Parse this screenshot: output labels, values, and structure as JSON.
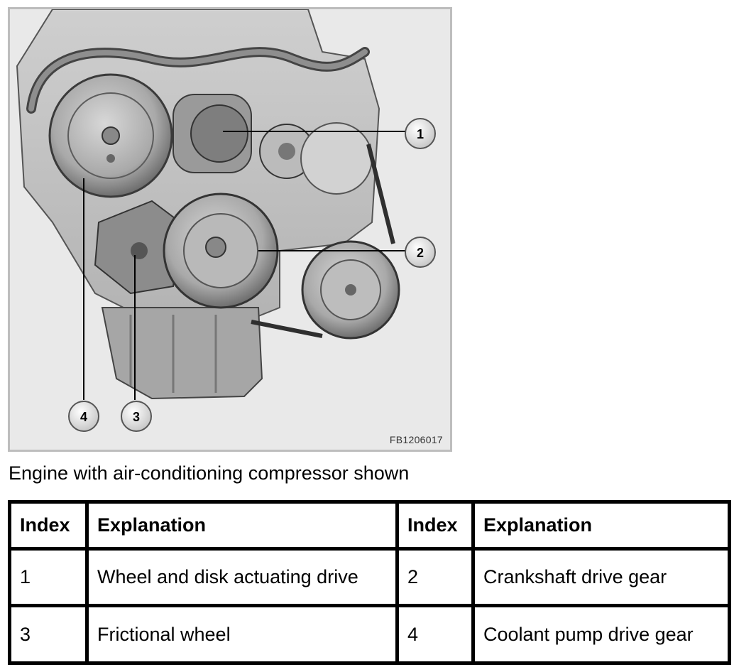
{
  "figure": {
    "id": "FB1206017",
    "callouts": [
      "1",
      "2",
      "3",
      "4"
    ]
  },
  "caption": "Engine with air-conditioning compressor shown",
  "table": {
    "headers": [
      "Index",
      "Explanation",
      "Index",
      "Explanation"
    ],
    "rows": [
      [
        "1",
        "Wheel and disk actuating drive",
        "2",
        "Crankshaft drive gear"
      ],
      [
        "3",
        "Frictional wheel",
        "4",
        "Coolant pump drive gear"
      ]
    ]
  }
}
